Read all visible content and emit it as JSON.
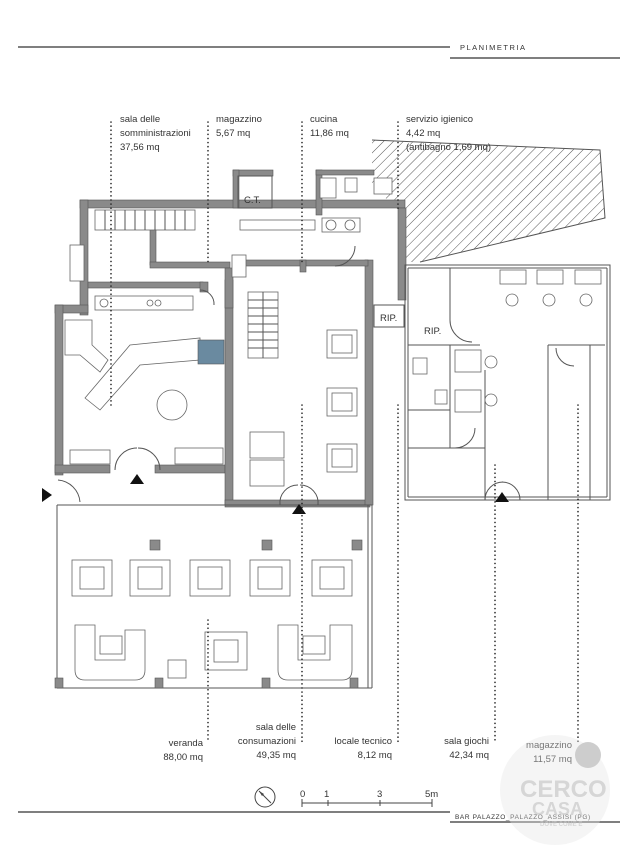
{
  "header": {
    "title": "PLANIMETRIA"
  },
  "rooms_top": [
    {
      "name": "sala delle somministrazioni",
      "line1": "sala delle",
      "line2": "somministrazioni",
      "line3": "37,56 mq"
    },
    {
      "name": "magazzino",
      "line1": "magazzino",
      "line2": "5,67 mq",
      "line3": ""
    },
    {
      "name": "cucina",
      "line1": "cucina",
      "line2": "11,86 mq",
      "line3": ""
    },
    {
      "name": "servizio igienico",
      "line1": "servizio igienico",
      "line2": "4,42 mq",
      "line3": "(antibagno 1,69 mq)"
    }
  ],
  "rooms_bottom": [
    {
      "name": "veranda",
      "line1": "veranda",
      "line2": "88,00 mq"
    },
    {
      "name": "sala delle consumazioni",
      "line0": "sala delle",
      "line1": "consumazioni",
      "line2": "49,35 mq"
    },
    {
      "name": "locale tecnico",
      "line1": "locale tecnico",
      "line2": "8,12 mq"
    },
    {
      "name": "sala giochi",
      "line1": "sala giochi",
      "line2": "42,34 mq"
    },
    {
      "name": "magazzino",
      "line1": "magazzino",
      "line2": "11,57 mq"
    }
  ],
  "plan_labels": {
    "ct": "C.T.",
    "rip1": "RIP.",
    "rip2": "RIP."
  },
  "scale": {
    "t0": "0",
    "t1": "1",
    "t3": "3",
    "t5": "5m"
  },
  "footer": {
    "caption": "BAR PALAZZO_PALAZZO_ASSISI (PG)"
  },
  "watermark": {
    "line1": "CERCO",
    "line2": "CASA",
    "line3": "DOVE COME E"
  },
  "colors": {
    "wall": "#8a8a8a",
    "line": "#555555",
    "text": "#333333"
  },
  "icons": [
    "compass-rose-icon",
    "entrance-arrow-icon",
    "watermark-logo-icon"
  ]
}
